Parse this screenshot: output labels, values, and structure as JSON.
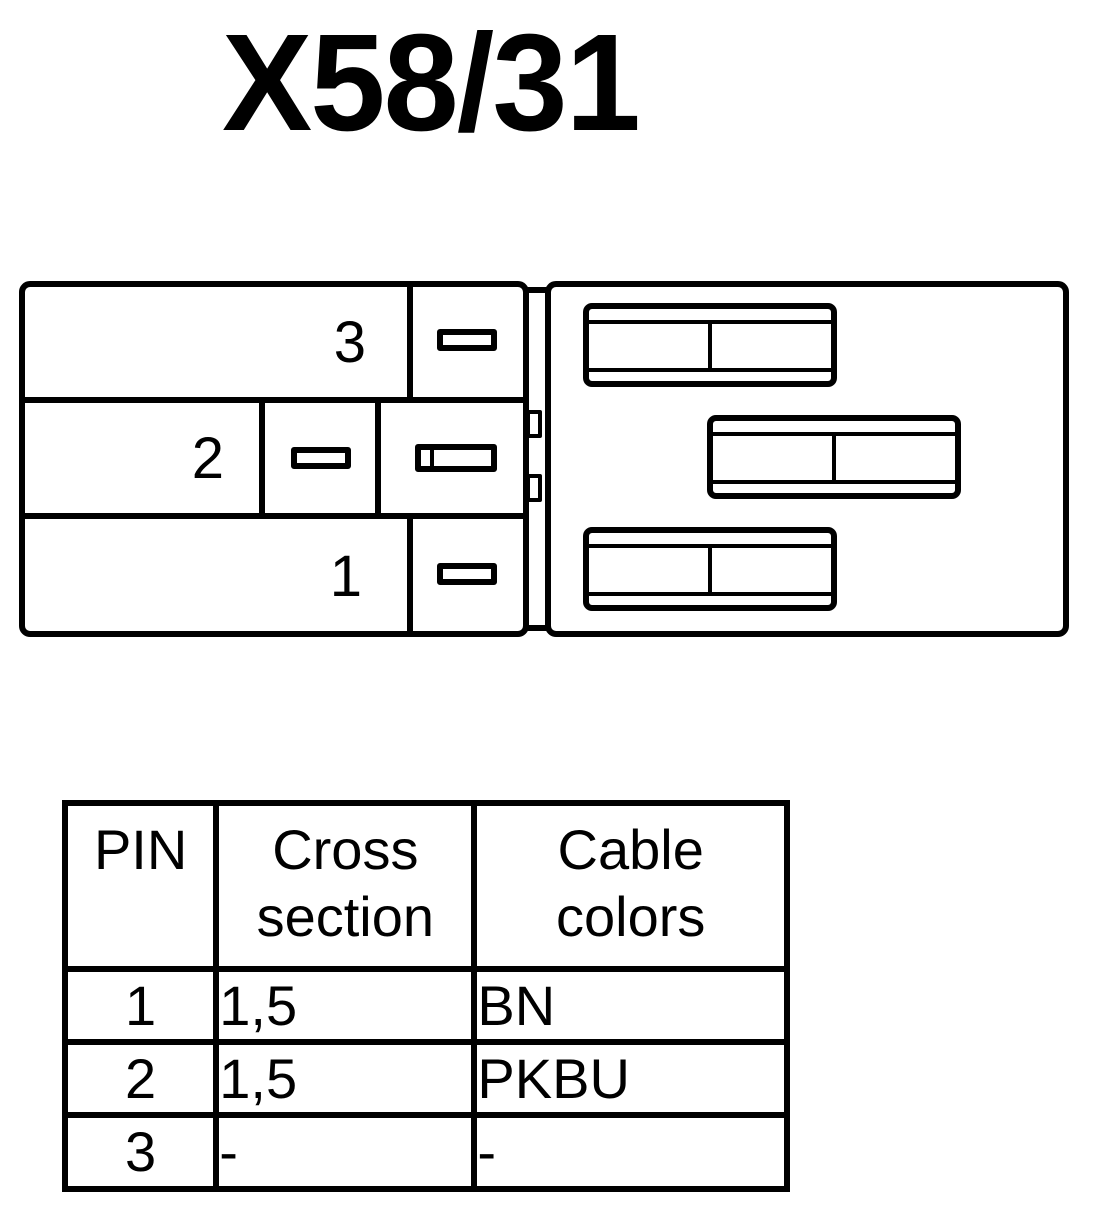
{
  "title": "X58/31",
  "connector": {
    "pin_labels": [
      "3",
      "2",
      "1"
    ]
  },
  "table": {
    "headers": {
      "pin": "PIN",
      "cross_line1": "Cross",
      "cross_line2": "section",
      "colors_line1": "Cable",
      "colors_line2": "colors"
    },
    "rows": [
      {
        "pin": "1",
        "cross": "1,5",
        "color": "BN"
      },
      {
        "pin": "2",
        "cross": "1,5",
        "color": "PKBU"
      },
      {
        "pin": "3",
        "cross": "-",
        "color": "-"
      }
    ]
  }
}
